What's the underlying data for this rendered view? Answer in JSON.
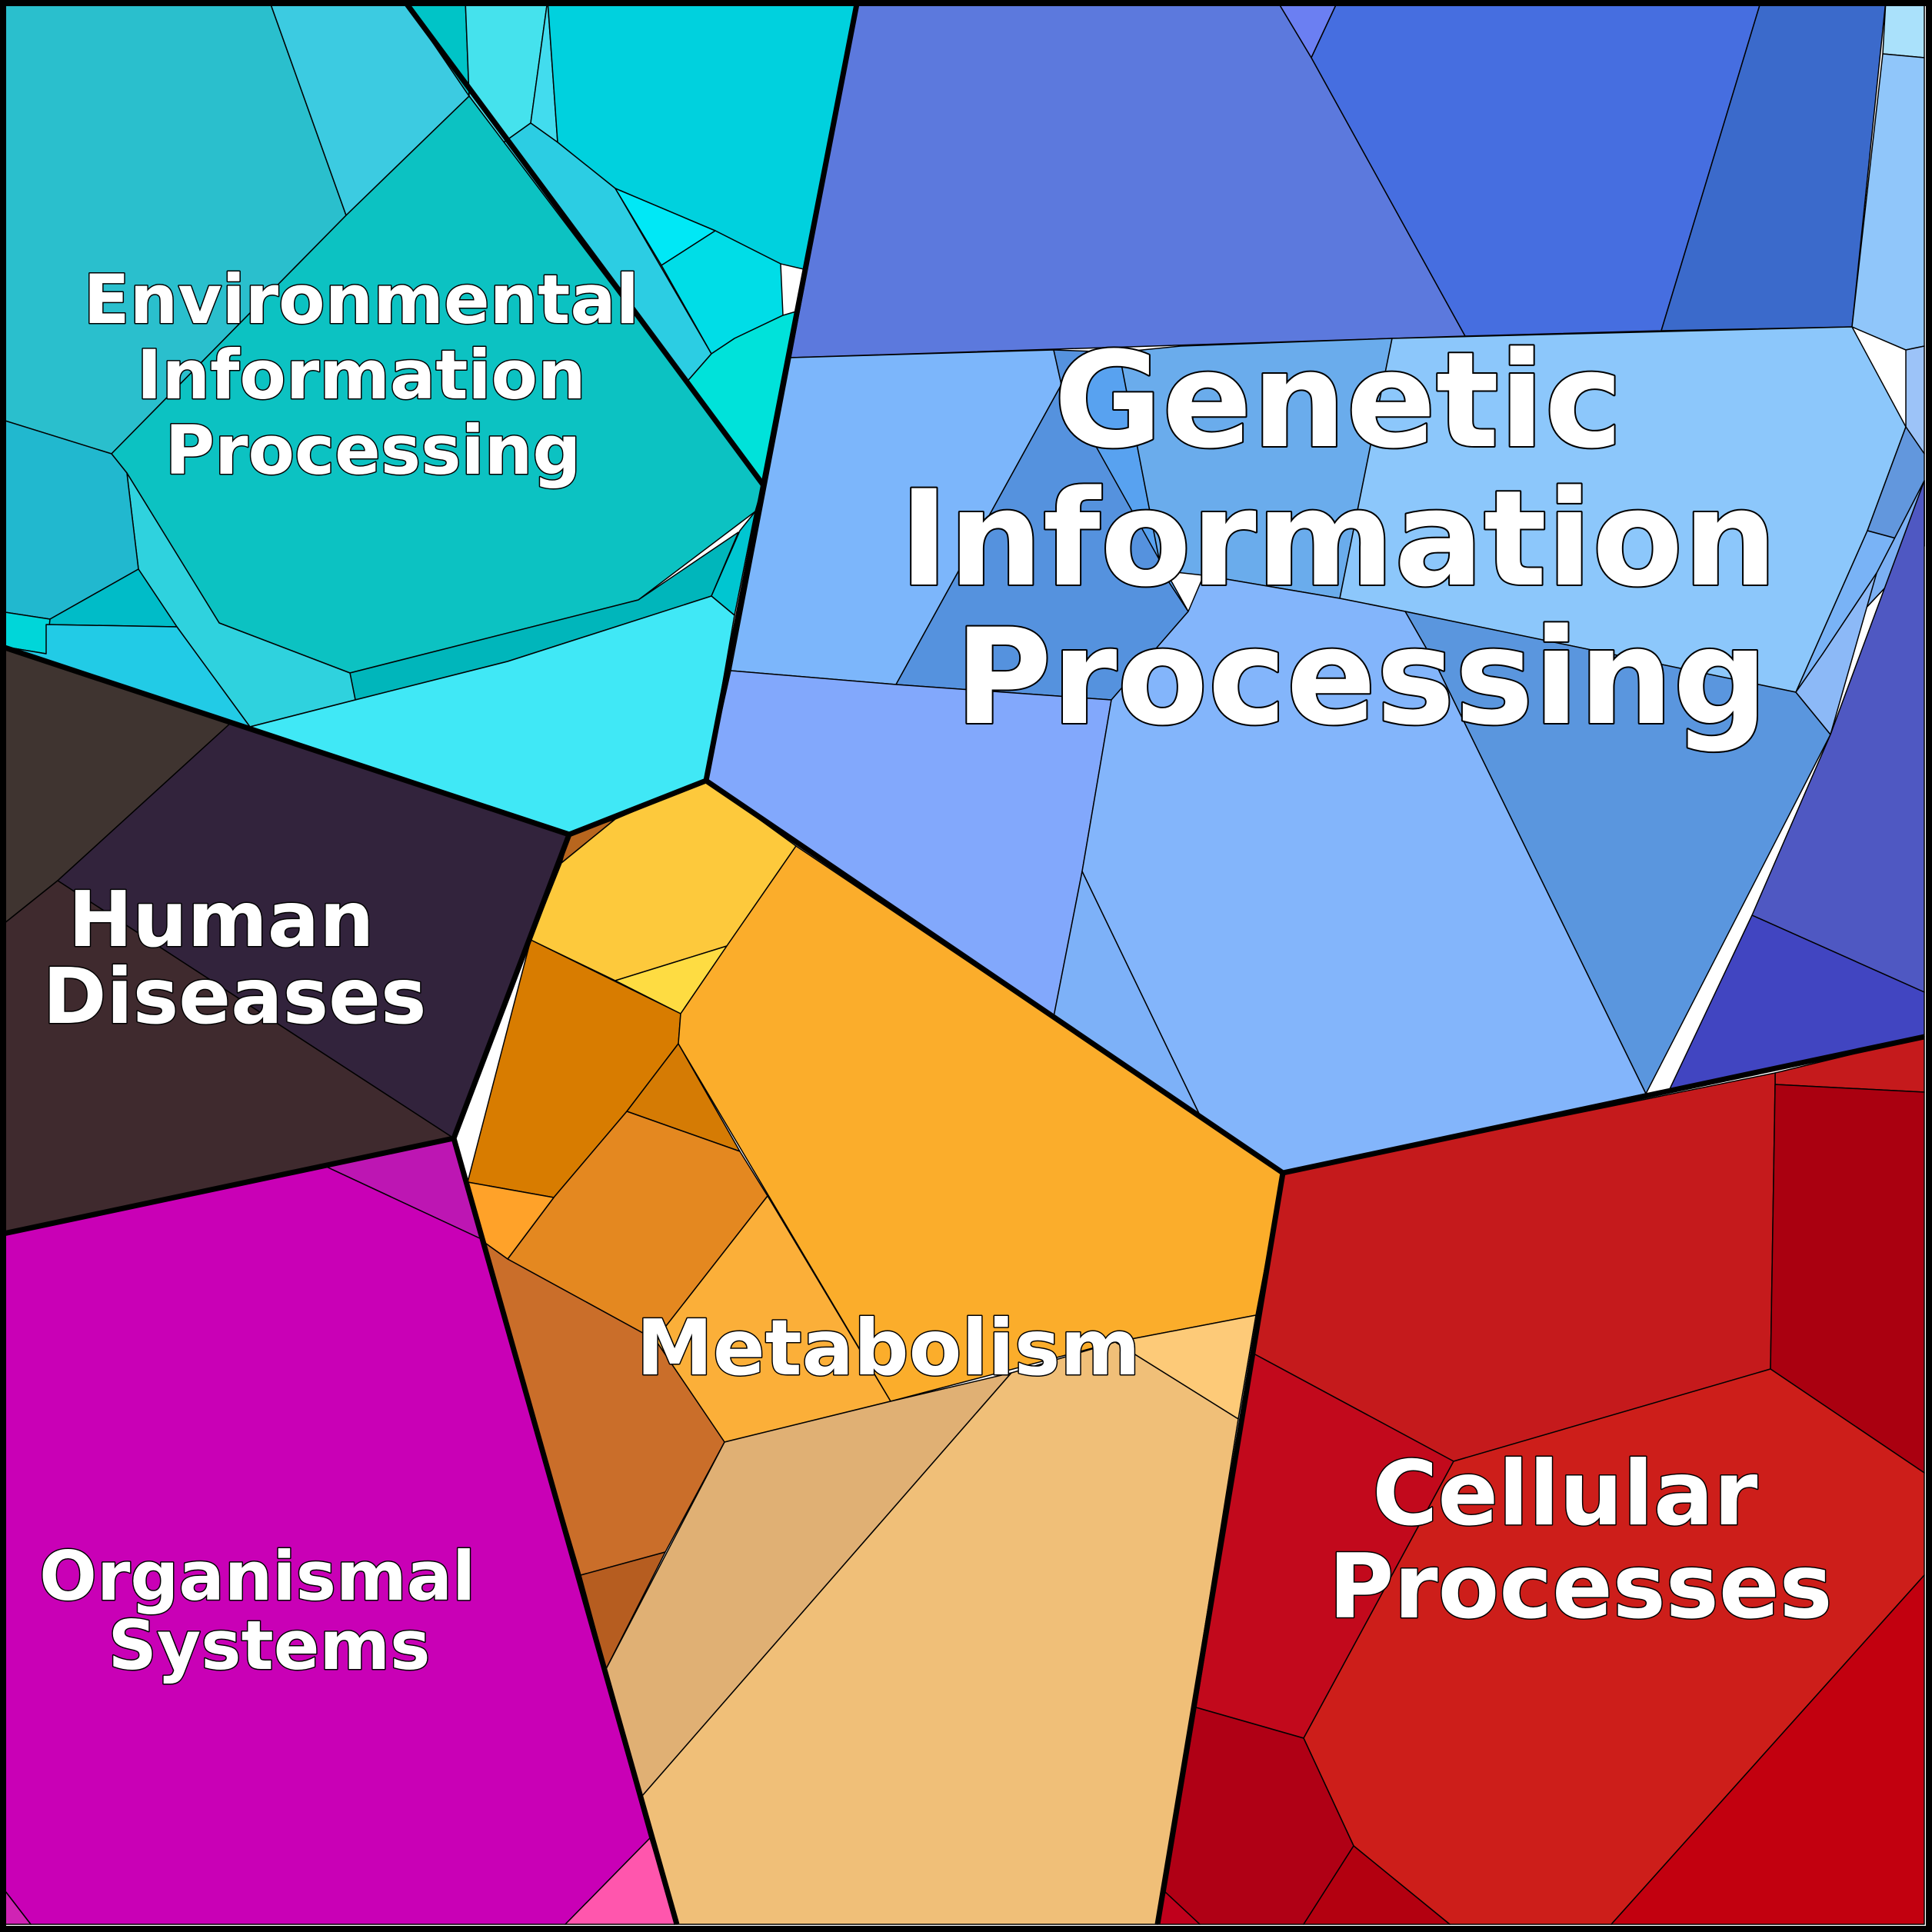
{
  "diagram": {
    "type": "voronoi-treemap",
    "categories": [
      {
        "key": "genetic",
        "label_lines": [
          "Genetic",
          "Information",
          "Processing"
        ],
        "color": "#7fb2f8"
      },
      {
        "key": "environmental",
        "label_lines": [
          "Environmental",
          "Information",
          "Processing"
        ],
        "color": "#0bbec4"
      },
      {
        "key": "human",
        "label_lines": [
          "Human",
          "Diseases"
        ],
        "color": "#34243c"
      },
      {
        "key": "metabolism",
        "label_lines": [
          "Metabolism"
        ],
        "color": "#fbad2b"
      },
      {
        "key": "organismal",
        "label_lines": [
          "Organismal",
          "Systems"
        ],
        "color": "#c900b6"
      },
      {
        "key": "cellular",
        "label_lines": [
          "Cellular",
          "Processes"
        ],
        "color": "#c51a1c"
      }
    ]
  }
}
